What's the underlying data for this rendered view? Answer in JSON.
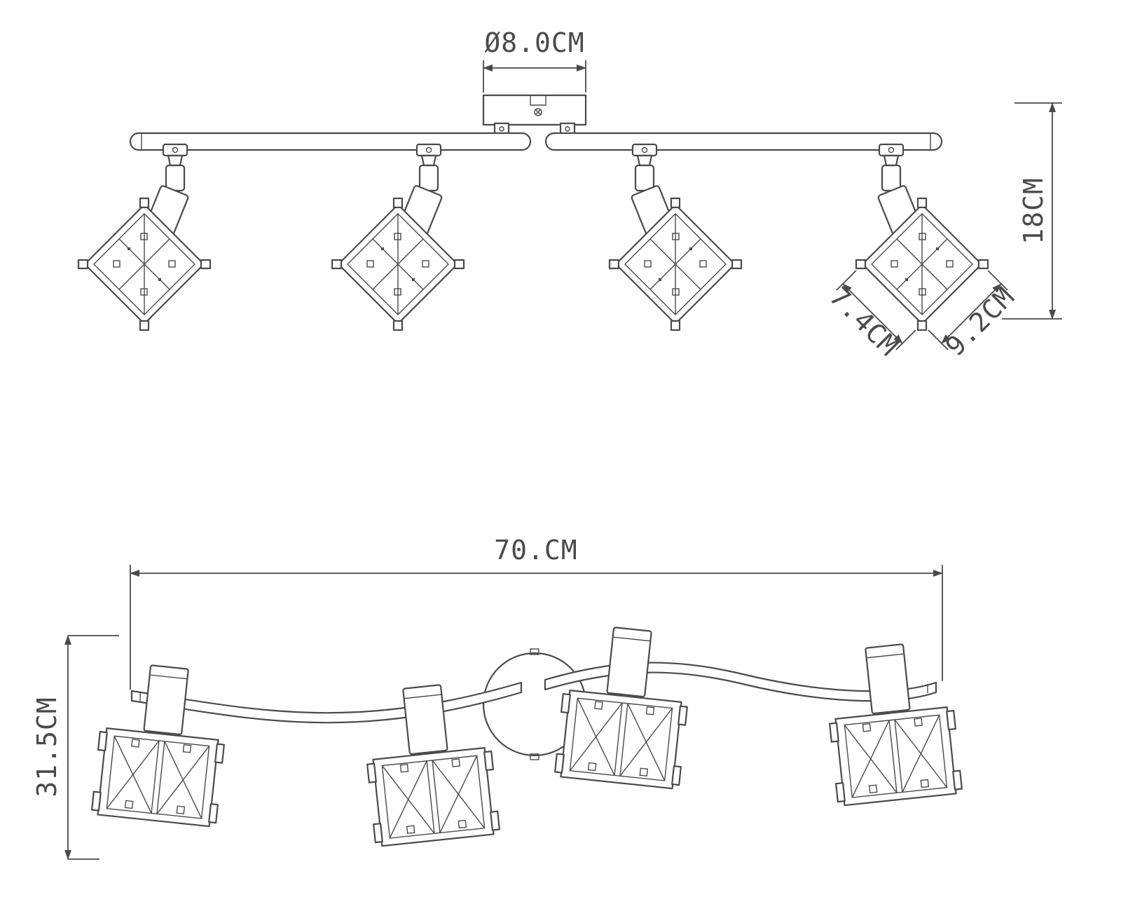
{
  "dimensions": {
    "canopy_diameter": "Ø8.0CM",
    "fixture_height": "18CM",
    "shade_width": "7.4CM",
    "shade_depth": "9.2CM",
    "overall_length": "70.CM",
    "overall_height": "31.5CM"
  },
  "colors": {
    "line": "#4a4a4a",
    "background": "#ffffff"
  }
}
